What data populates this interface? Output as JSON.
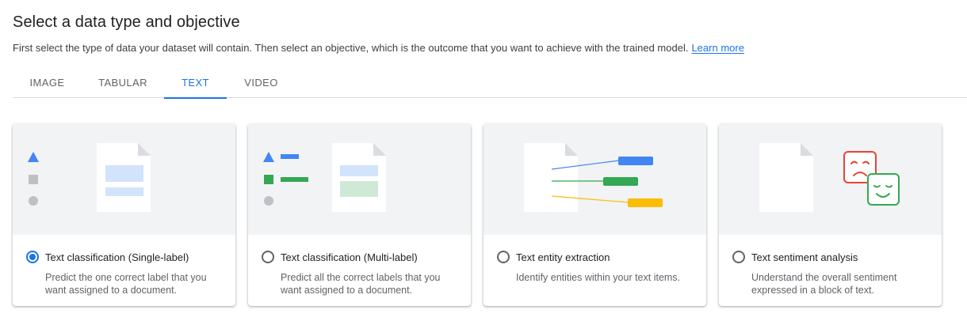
{
  "header": {
    "title": "Select a data type and objective",
    "subtitle": "First select the type of data your dataset will contain. Then select an objective, which is the outcome that you want to achieve with the trained model.",
    "learn_more": "Learn more"
  },
  "tabs": [
    {
      "label": "IMAGE",
      "active": false
    },
    {
      "label": "TABULAR",
      "active": false
    },
    {
      "label": "TEXT",
      "active": true
    },
    {
      "label": "VIDEO",
      "active": false
    }
  ],
  "cards": [
    {
      "title": "Text classification (Single-label)",
      "description": "Predict the one correct label that you want assigned to a document.",
      "selected": true,
      "illustration": "single-label-doc"
    },
    {
      "title": "Text classification (Multi-label)",
      "description": "Predict all the correct labels that you want assigned to a document.",
      "selected": false,
      "illustration": "multi-label-doc"
    },
    {
      "title": "Text entity extraction",
      "description": "Identify entities within your text items.",
      "selected": false,
      "illustration": "entity-extraction-doc"
    },
    {
      "title": "Text sentiment analysis",
      "description": "Understand the overall sentiment expressed in a block of text.",
      "selected": false,
      "illustration": "sad-happy-faces"
    }
  ],
  "colors": {
    "accent": "#1a73e8",
    "blue": "#4285f4",
    "green": "#34a853",
    "yellow": "#fbbc04",
    "red": "#ea4335",
    "gray": "#bdc1c6"
  }
}
